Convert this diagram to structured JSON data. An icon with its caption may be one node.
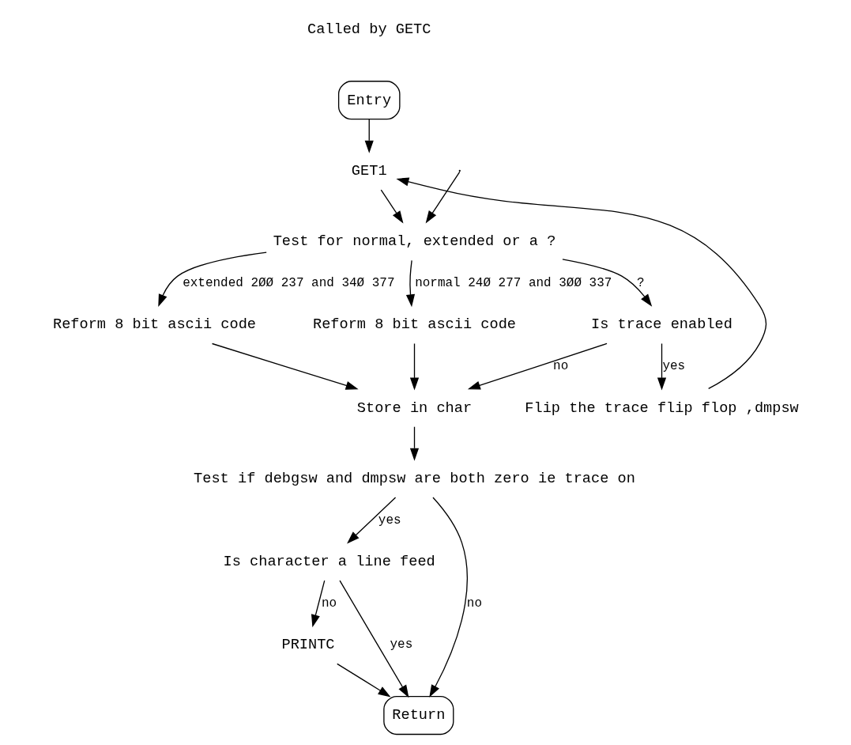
{
  "diagram": {
    "nodes": [
      {
        "text": [
          "Entry"
        ]
      },
      {
        "text": [
          "GET1"
        ]
      },
      {
        "text": [
          "Test for normal, extended or a ?"
        ]
      },
      {
        "text": [
          "Reform 8 bit ascii code"
        ]
      },
      {
        "text": [
          "Reform 8 bit ascii code"
        ]
      },
      {
        "text": [
          "Is trace enabled"
        ]
      },
      {
        "text": [
          "Flip the trace flip flop ,dmpsw"
        ]
      },
      {
        "text": [
          "Store in char"
        ]
      },
      {
        "text": [
          "Test if debgsw and dmpsw are both zero ie trace on"
        ]
      },
      {
        "text": [
          "Is character a line feed"
        ]
      },
      {
        "text": [
          "PRINTC"
        ]
      },
      {
        "text": [
          "Return"
        ]
      }
    ],
    "edges": [
      {
        "from": 0,
        "to": 1,
        "arrow": "to"
      },
      {
        "from": 1,
        "to": 2,
        "arrow": "to"
      },
      {
        "from": 2,
        "to": 3,
        "arrow": "to",
        "label": "extended 2ØØ 237 and 34Ø 377"
      },
      {
        "from": 2,
        "to": 4,
        "arrow": "to",
        "label": "normal 24Ø 277 and 3ØØ 337"
      },
      {
        "from": 2,
        "to": 5,
        "arrow": "to",
        "label": "?"
      },
      {
        "from": 5,
        "to": 6,
        "arrow": "to",
        "label": "yes"
      },
      {
        "from": 5,
        "to": 7,
        "arrow": "to",
        "label": "no"
      },
      {
        "from": 6,
        "to": 1,
        "arrow": "to"
      },
      {
        "from": 3,
        "to": 7,
        "arrow": "to"
      },
      {
        "from": 4,
        "to": 7,
        "arrow": "to"
      },
      {
        "from": 7,
        "to": 8,
        "arrow": "to"
      },
      {
        "from": 8,
        "to": 9,
        "arrow": "to",
        "label": "yes"
      },
      {
        "from": 8,
        "to": 11,
        "arrow": "to",
        "label": "no"
      },
      {
        "from": 9,
        "to": 11,
        "arrow": "to",
        "label": "yes"
      },
      {
        "from": 9,
        "to": 10,
        "arrow": "to",
        "label": "no"
      },
      {
        "from": 10,
        "to": 11,
        "arrow": "to"
      },
      {
        "from": null,
        "to": 2,
        "arrow": "to"
      }
    ],
    "labels": [
      "Called by GETC"
    ]
  }
}
